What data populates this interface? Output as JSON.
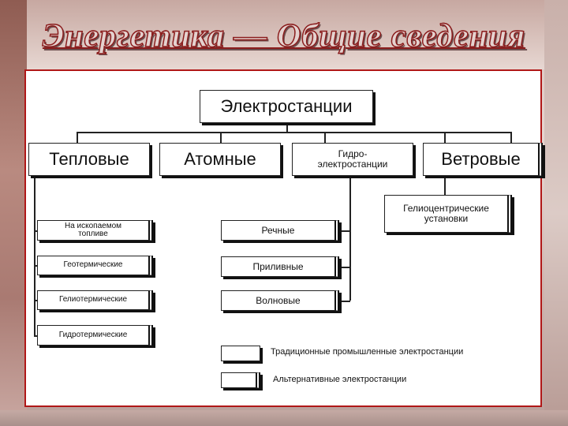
{
  "title": "Энергетика — Общие сведения",
  "diagram": {
    "root": "Электростанции",
    "level1": {
      "thermal": "Тепловые",
      "nuclear": "Атомные",
      "hydro": "Гидро-\nэлектростанции",
      "wind": "Ветровые"
    },
    "thermal_children": [
      "На ископаемом\nтопливе",
      "Геотермические",
      "Гелиотермические",
      "Гидротермические"
    ],
    "hydro_children": [
      "Речные",
      "Приливные",
      "Волновые"
    ],
    "solar": "Гелиоцентрические\nустановки",
    "legend": {
      "traditional": "Традиционные промышленные электростанции",
      "alternative": "Альтернативные электростанции"
    }
  }
}
